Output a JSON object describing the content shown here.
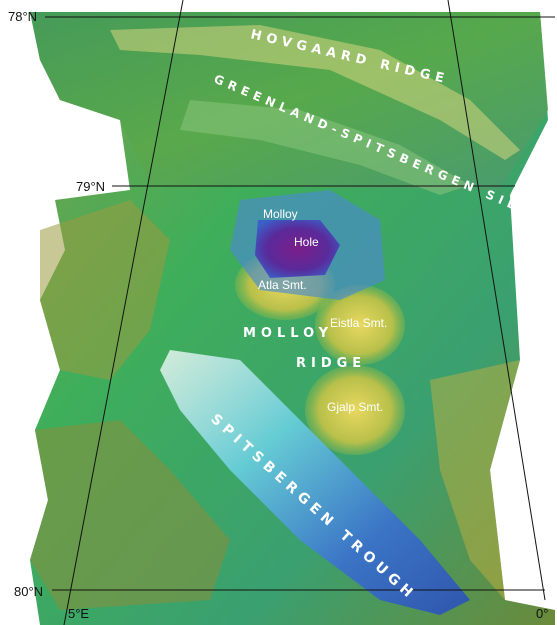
{
  "map": {
    "grid_labels": {
      "lat_78": "78°N",
      "lat_79": "79°N",
      "lat_80": "80°N",
      "lon_5e": "5°E",
      "lon_0": "0°"
    },
    "features": {
      "hovgaard_ridge": "HOVGAARD RIDGE",
      "greenland_spitsbergen_sill": "GREENLAND-SPITSBERGEN SILL",
      "molloy": "Molloy",
      "hole": "Hole",
      "atla_smt": "Atla Smt.",
      "molloy_ridge_1": "MOLLOY",
      "molloy_ridge_2": "RIDGE",
      "eistla_smt": "Eistla Smt.",
      "gjalp_smt": "Gjalp Smt.",
      "spitsbergen_trough": "SPITSBERGEN TROUGH"
    },
    "colors": {
      "deep": "#7a1f8a",
      "blue": "#4a7fd8",
      "cyan": "#38b8c8",
      "green": "#3fae5a",
      "yellow": "#d8c24a",
      "olive": "#8a8e3a"
    }
  }
}
